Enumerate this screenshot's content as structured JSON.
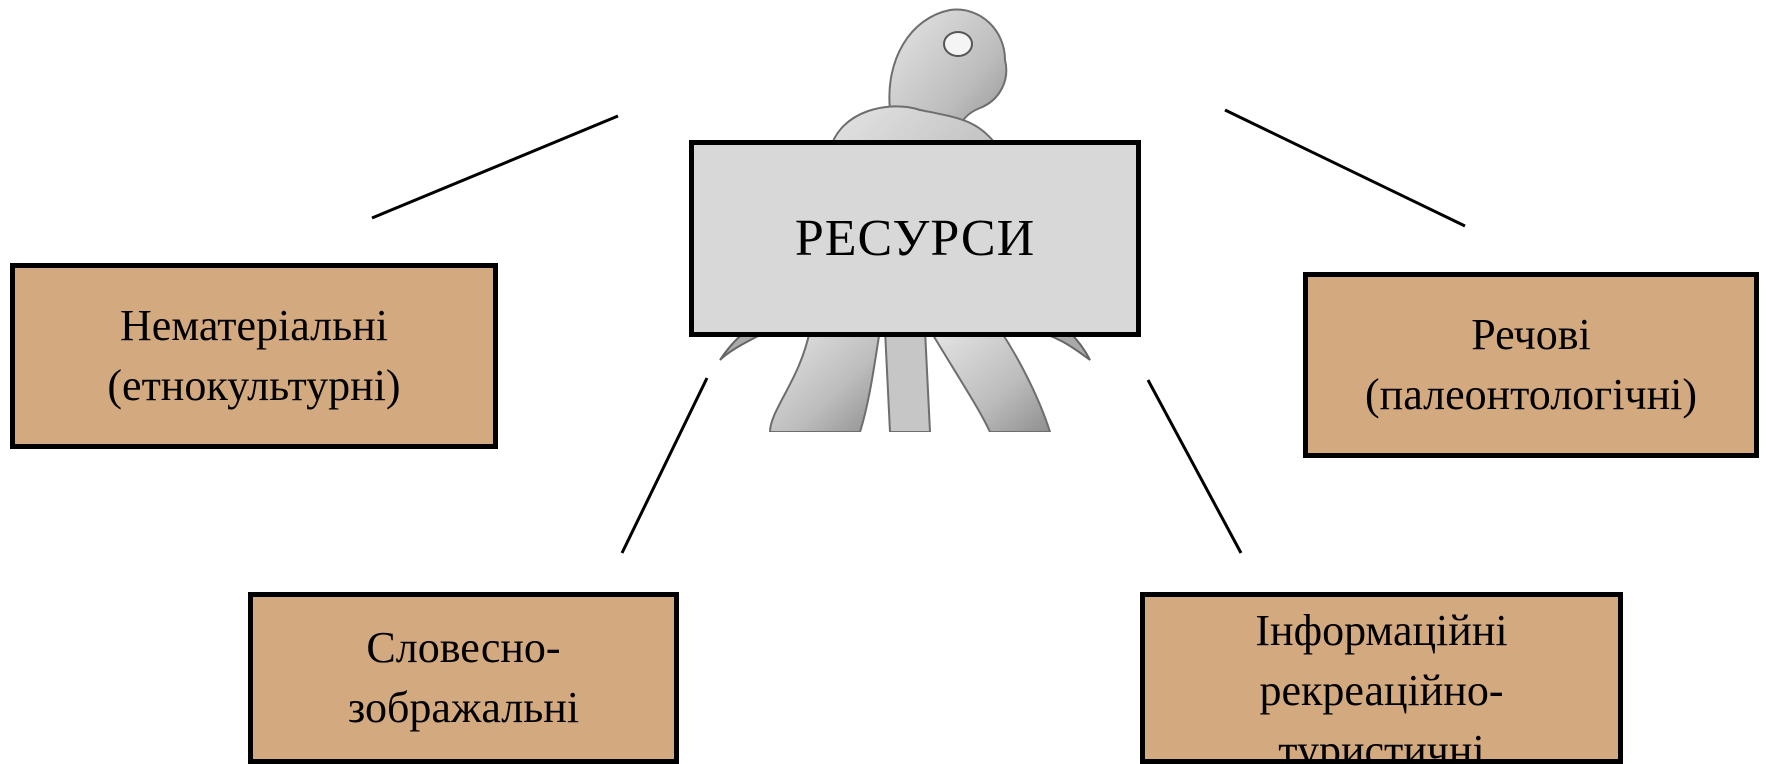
{
  "diagram": {
    "center": {
      "label": "РЕСУРСИ"
    },
    "nodes": [
      {
        "lines": [
          "Нематеріальні",
          "(етнокультурні)"
        ]
      },
      {
        "lines": [
          "Речові",
          "(палеонтологічні)"
        ]
      },
      {
        "lines": [
          "Словесно-",
          "зображальні"
        ]
      },
      {
        "lines": [
          "Інформаційні",
          "рекреаційно-",
          "туристичні"
        ]
      }
    ],
    "illustration": "dinosaur-figure",
    "colors": {
      "node_fill": "#d3a97f",
      "center_fill": "#d8d8d8",
      "border": "#000000"
    }
  }
}
